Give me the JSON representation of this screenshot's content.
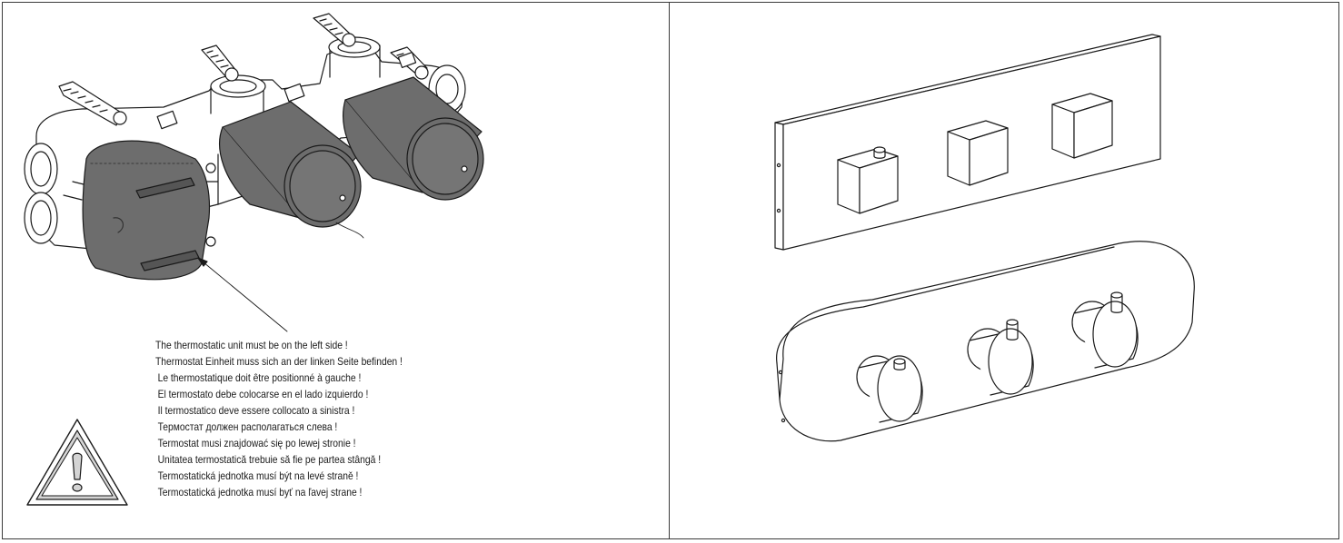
{
  "warning": {
    "lines": [
      "The thermostatic unit must be on the left side !",
      "Thermostat Einheit muss sich an der linken Seite befinden !",
      "Le thermostatique doit être positionné à gauche !",
      "El termostato debe colocarse en el lado izquierdo !",
      "Il termostatico deve essere collocato a sinistra !",
      "Термостат должен располагаться слева !",
      "Termostat musi znajdować się po lewej stronie !",
      "Unitatea termostatică trebuie să fie pe partea stângă !",
      "Termostatická jednotka musí být na levé straně !",
      "Termostatická jednotka musí byť na ľavej strane !"
    ]
  },
  "colors": {
    "line": "#1a1a1a",
    "cartridge_fill": "#6d6d6d",
    "plate_fill": "#e9e9e9",
    "icon_fill": "#d4d4d4"
  },
  "icons": {
    "warning": "warning-triangle-icon"
  }
}
